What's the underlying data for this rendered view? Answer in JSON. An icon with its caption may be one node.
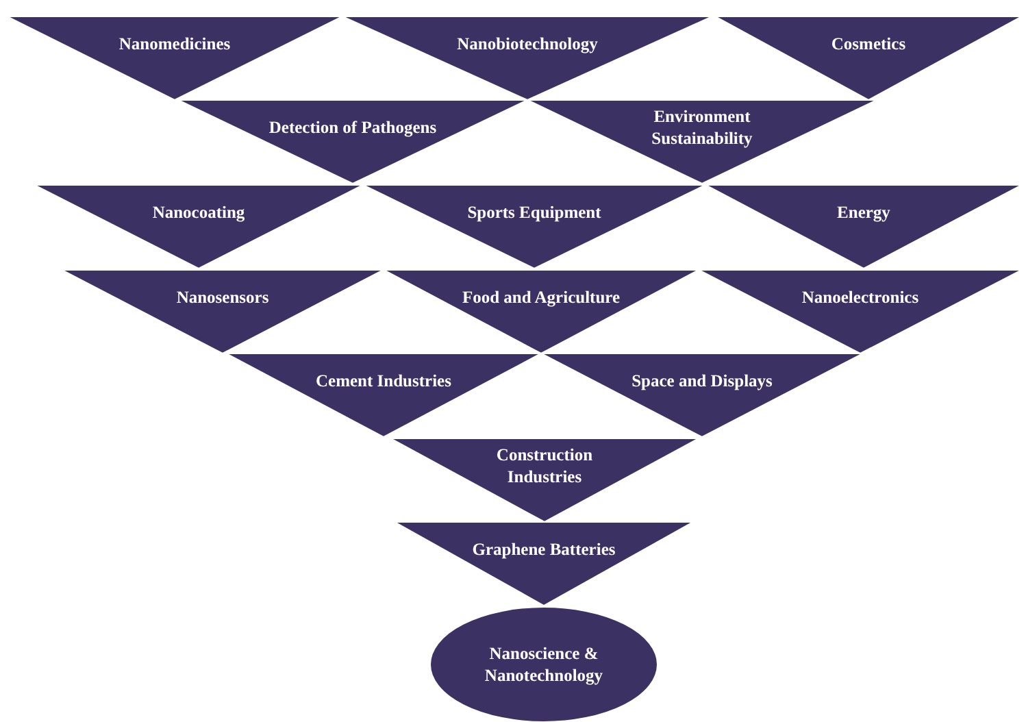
{
  "diagram": {
    "nodes": [
      {
        "text": [
          "Nanomedicines"
        ]
      },
      {
        "text": [
          "Nanobiotechnology"
        ]
      },
      {
        "text": [
          "Cosmetics"
        ]
      },
      {
        "text": [
          "Detection of Pathogens"
        ]
      },
      {
        "text": [
          "Environment Sustainability"
        ]
      },
      {
        "text": [
          "Nanocoating"
        ]
      },
      {
        "text": [
          "Sports Equipment"
        ]
      },
      {
        "text": [
          "Energy"
        ]
      },
      {
        "text": [
          "Nanosensors"
        ]
      },
      {
        "text": [
          "Food and Agriculture"
        ]
      },
      {
        "text": [
          "Nanoelectronics"
        ]
      },
      {
        "text": [
          "Cement Industries"
        ]
      },
      {
        "text": [
          "Space and Displays"
        ]
      },
      {
        "text": [
          "Construction Industries"
        ]
      },
      {
        "text": [
          "Graphene Batteries"
        ]
      },
      {
        "text": [
          "Nanoscience & Nanotechnology"
        ]
      }
    ]
  }
}
